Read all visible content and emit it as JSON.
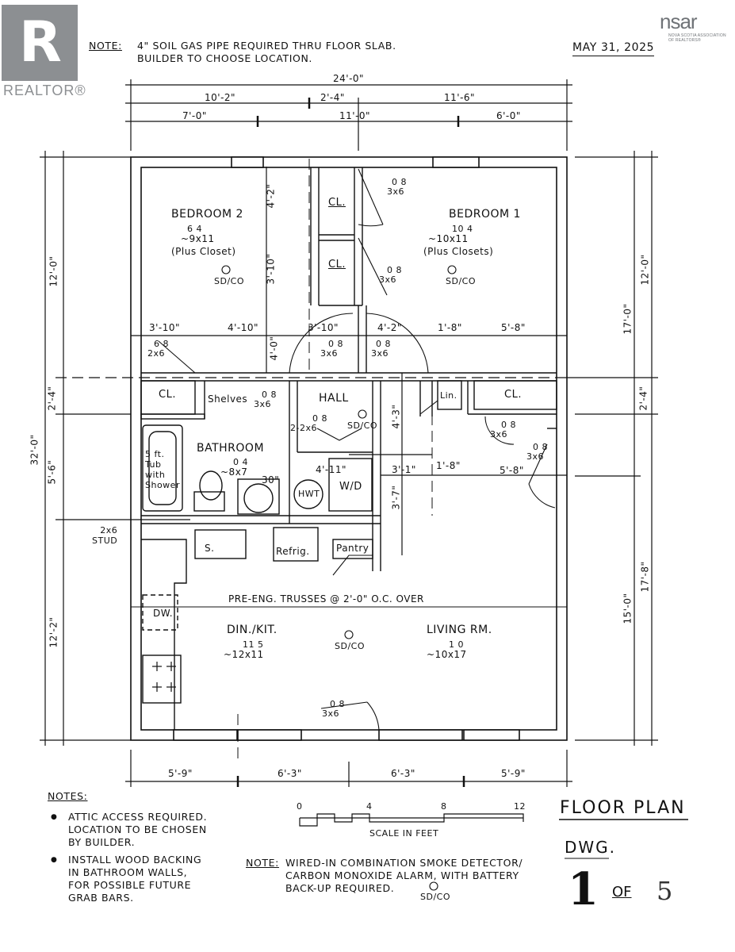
{
  "header": {
    "note_label": "NOTE:",
    "note_line1": "4\" SOIL GAS PIPE REQUIRED THRU FLOOR SLAB.",
    "note_line2": "BUILDER TO CHOOSE LOCATION.",
    "date": "MAY 31, 2025"
  },
  "logos": {
    "realtor_letter": "R",
    "realtor_text": "REALTOR®",
    "nsar_text": "nsar",
    "nsar_sub": "NOVA SCOTIA ASSOCIATION OF REALTORS®"
  },
  "dims_top": {
    "overall": "24'-0\"",
    "row1": [
      "10'-2\"",
      "2'-4\"",
      "11'-6\""
    ],
    "row2": [
      "7'-0\"",
      "11'-0\"",
      "6'-0\""
    ]
  },
  "dims_left": {
    "overall": "32'-0\"",
    "segments": [
      "12'-0\"",
      "2'-4\"",
      "5'-6\"",
      "12'-2\""
    ]
  },
  "dims_right": {
    "inner": [
      "12'-0\"",
      "2'-4\""
    ],
    "mid": [
      "17'-0\"",
      "15'-0\""
    ],
    "outer": "17'-8\""
  },
  "dims_bottom": [
    "5'-9\"",
    "6'-3\"",
    "6'-3\"",
    "5'-9\""
  ],
  "dims_interior": {
    "d1": "3'-10\"",
    "d2": "4'-10\"",
    "d3": "3'-10\"",
    "d4": "4'-2\"",
    "d5": "1'-8\"",
    "d6": "5'-8\"",
    "d7": "4'-2\"",
    "d8": "3'-10\"",
    "d9": "4'-0\"",
    "d10": "4'-3\"",
    "d11": "4'-11\"",
    "d12": "3'-1\"",
    "d13": "1'-8\"",
    "d14": "5'-8\"",
    "d15": "3'-7\"",
    "d16": "30\""
  },
  "rooms": {
    "bedroom2": {
      "name": "BEDROOM 2",
      "code": "6 4",
      "size": "~9x11",
      "extra": "(Plus Closet)",
      "detector": "SD/CO"
    },
    "bedroom1": {
      "name": "BEDROOM 1",
      "code": "10 4",
      "size": "~10x11",
      "extra": "(Plus Closets)",
      "detector": "SD/CO"
    },
    "hall": {
      "name": "HALL",
      "detector": "SD/CO"
    },
    "bathroom": {
      "name": "BATHROOM",
      "code": "0 4",
      "size": "~8x7"
    },
    "dinkit": {
      "name": "DIN./KIT.",
      "code": "11 5",
      "size": "~12x11"
    },
    "living": {
      "name": "LIVING RM.",
      "code": "1 0",
      "size": "~10x17"
    },
    "kitchen_detector": "SD/CO"
  },
  "doors": {
    "d_bed1_top": [
      "0 8",
      "3x6"
    ],
    "d_bed1_cl": [
      "0 8",
      "3x6"
    ],
    "d_bed2": [
      "6 8",
      "2x6"
    ],
    "d_hall_a": [
      "0 8",
      "3x6"
    ],
    "d_hall_b": [
      "0 8",
      "3x6"
    ],
    "d_shelves": [
      "0 8",
      "3x6"
    ],
    "d_bath": [
      "0 8",
      "2-2x6"
    ],
    "d_lin": [
      "0 8",
      "3x6"
    ],
    "d_ext": [
      "0 8",
      "3x6"
    ],
    "d_front": [
      "0 8",
      "3x6"
    ]
  },
  "fixtures": {
    "cl1": "CL.",
    "cl2": "CL.",
    "cl3": "CL.",
    "cl4": "CL.",
    "shelves": "Shelves",
    "lin": "Lin.",
    "tub_l1": "5 ft.",
    "tub_l2": "Tub",
    "tub_l3": "with",
    "tub_l4": "Shower",
    "hwt": "HWT",
    "wd": "W/D",
    "sink": "S.",
    "refrig": "Refrig.",
    "pantry": "Pantry",
    "dw": "DW.",
    "stud_l1": "2x6",
    "stud_l2": "STUD",
    "trusses": "PRE-ENG. TRUSSES @ 2'-0\" O.C. OVER"
  },
  "notes": {
    "heading": "NOTES:",
    "items": [
      [
        "ATTIC ACCESS REQUIRED.",
        "LOCATION TO BE CHOSEN",
        "BY BUILDER."
      ],
      [
        "INSTALL WOOD BACKING",
        "IN BATHROOM WALLS,",
        "FOR POSSIBLE FUTURE",
        "GRAB BARS."
      ]
    ],
    "bullet": "●"
  },
  "scale": {
    "ticks": [
      "0",
      "4",
      "8",
      "12"
    ],
    "label": "SCALE IN FEET"
  },
  "smoke_note": {
    "label": "NOTE:",
    "line1": "WIRED-IN COMBINATION SMOKE DETECTOR/",
    "line2": "CARBON MONOXIDE ALARM, WITH BATTERY",
    "line3": "BACK-UP REQUIRED.",
    "detector": "SD/CO"
  },
  "titleblock": {
    "title": "FLOOR PLAN",
    "dwg": "DWG.",
    "num": "1",
    "of": "OF",
    "total": "5"
  },
  "colors": {
    "ink": "#111111",
    "logo_grey": "#8c8f92"
  }
}
